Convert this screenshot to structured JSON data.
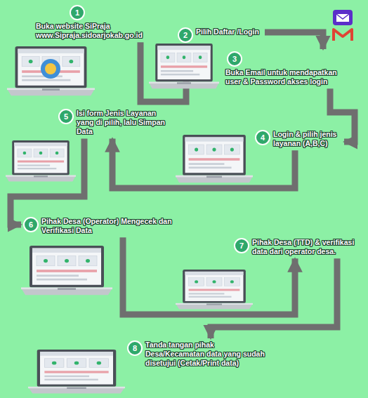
{
  "diagram": {
    "nodes": [
      {
        "text": [
          "1",
          "Buka website SiPraja www.Sipraja.sidoarjokab.go.id"
        ]
      },
      {
        "text": [
          "2",
          "Pilih Daftar /Login"
        ]
      },
      {
        "text": [
          "3",
          "Buka Email untuk mendapatkan user & Password akses login"
        ]
      },
      {
        "text": [
          "4",
          "Login & pilih jenis layanan (A,B,C)"
        ]
      },
      {
        "text": [
          "5",
          "Isi form Jenis Layanan yang di pilih, lalu Simpan Data"
        ]
      },
      {
        "text": [
          "6",
          "Pihak Desa (Operator) Mengecek dan Verifikasi Data"
        ]
      },
      {
        "text": [
          "7",
          "Pihak Desa (TTD) & verifikasi data dari operator desa."
        ]
      },
      {
        "text": [
          "8",
          "Tanda tangan pihak Desa/Kecamatan data yang sudah disetujui (Cetak/Print data)"
        ]
      }
    ],
    "edges": [
      {
        "from": 0,
        "to": 1,
        "arrow": "to"
      },
      {
        "from": 1,
        "to": 2,
        "arrow": "to"
      },
      {
        "from": 2,
        "to": 3,
        "arrow": "to"
      },
      {
        "from": 3,
        "to": 4,
        "arrow": "to"
      },
      {
        "from": 4,
        "to": 5,
        "arrow": "to"
      },
      {
        "from": 5,
        "to": 6,
        "arrow": "to"
      },
      {
        "from": 6,
        "to": 7,
        "arrow": "to"
      }
    ]
  }
}
